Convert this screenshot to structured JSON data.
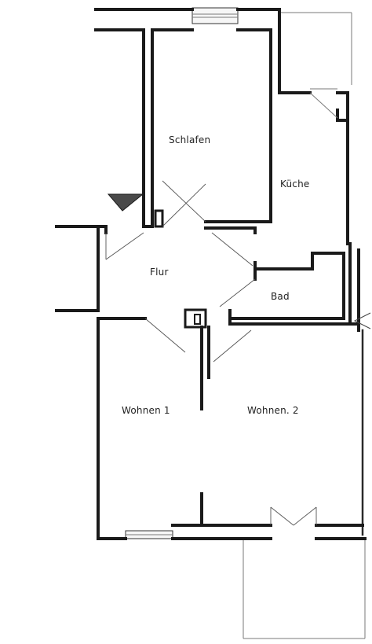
{
  "rooms": {
    "schlafen": "Schlafen",
    "kueche": "Küche",
    "flur": "Flur",
    "bad": "Bad",
    "wohnen1": "Wohnen  1",
    "wohnen2": "Wohnen. 2"
  }
}
